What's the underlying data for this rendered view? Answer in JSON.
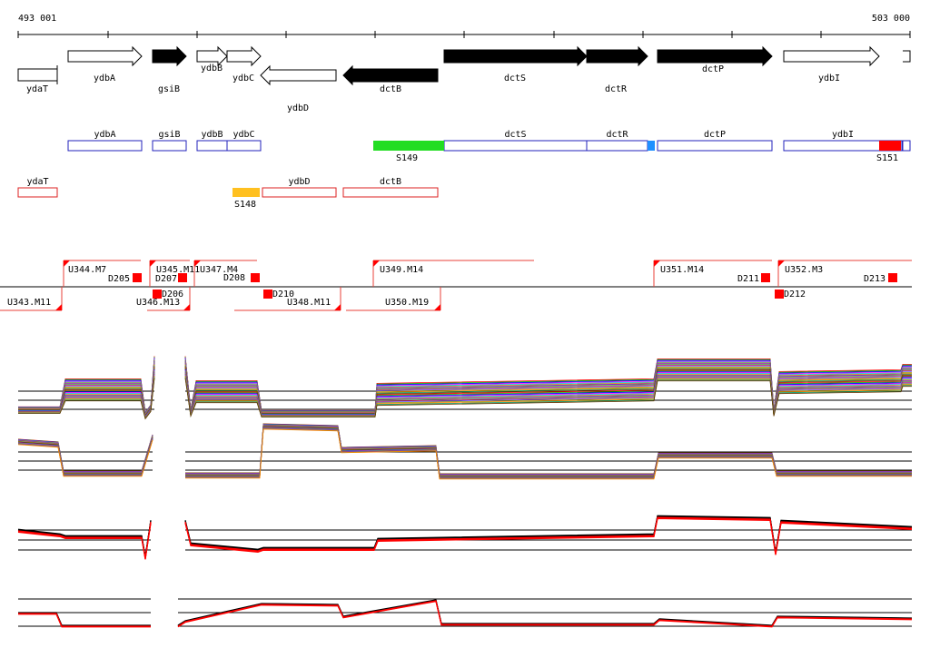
{
  "coordinates": {
    "start": "493 001",
    "end": "503 000"
  },
  "genes_strand_plus": [
    {
      "name": "ydbA",
      "filled": false
    },
    {
      "name": "gsiB",
      "filled": true
    },
    {
      "name": "ydbB",
      "filled": false
    },
    {
      "name": "ydbC",
      "filled": false
    },
    {
      "name": "dctS",
      "filled": true
    },
    {
      "name": "dctR",
      "filled": true
    },
    {
      "name": "dctP",
      "filled": true
    },
    {
      "name": "ydbI",
      "filled": false
    }
  ],
  "genes_strand_minus": [
    {
      "name": "ydaT",
      "filled": false
    },
    {
      "name": "ydbD",
      "filled": false
    },
    {
      "name": "dctB",
      "filled": true
    }
  ],
  "operon_track_plus": {
    "genes": [
      "ydbA",
      "gsiB",
      "ydbB",
      "ydbC",
      "dctS",
      "dctR",
      "dctP",
      "ydbI"
    ],
    "segments": [
      {
        "label": "S149",
        "color": "#22dd22"
      },
      {
        "label": "S151",
        "color": "#ff0000"
      }
    ],
    "accent_color": "#1e90ff",
    "box_color": "#2222bb"
  },
  "operon_track_minus": {
    "genes": [
      "ydaT",
      "ydbD",
      "dctB"
    ],
    "segments": [
      {
        "label": "S148",
        "color": "#ffc020"
      }
    ],
    "box_color": "#dd2222"
  },
  "transcripts_upper": [
    "U344.M7",
    "U345.M11",
    "U347.M4",
    "U349.M14",
    "U351.M14",
    "U352.M3"
  ],
  "transcripts_lower": [
    "U343.M11",
    "U346.M13",
    "U348.M11",
    "U350.M19"
  ],
  "down_markers": [
    "D205",
    "D207",
    "D208",
    "D206",
    "D210",
    "D211",
    "D212",
    "D213"
  ],
  "expression_panels": [
    {
      "name": "panel-1-multicolor"
    },
    {
      "name": "panel-2-multicolor"
    },
    {
      "name": "panel-3-black-red"
    },
    {
      "name": "panel-4-black-red"
    }
  ],
  "colors": {
    "gene_fill": "#000000",
    "gene_outline": "#000000",
    "transcript": "#e8403a",
    "marker": "#ff0000"
  }
}
